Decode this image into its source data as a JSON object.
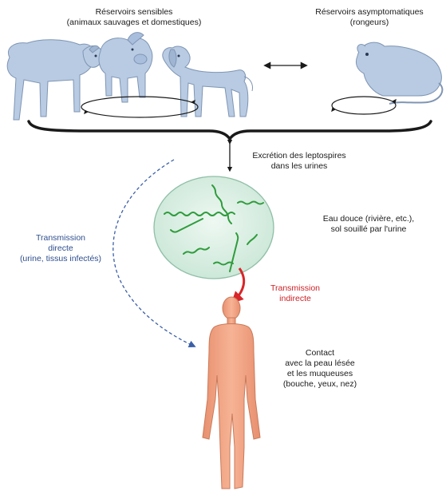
{
  "colors": {
    "animal_fill": "#b8cbe3",
    "animal_stroke": "#7f95b3",
    "human_fill": "#f2a586",
    "human_stroke": "#c97a5a",
    "water_fill": "#d8eee3",
    "water_stroke": "#8fbfa6",
    "bacteria": "#2f9c3c",
    "direct_arrow": "#3b5fa8",
    "indirect_arrow": "#d8262a",
    "text": "#1a1a1a",
    "direct_text": "#2e4f8e",
    "indirect_text": "#cc1f24"
  },
  "reservoirs": {
    "sensitive_title": "Réservoirs sensibles",
    "sensitive_subtitle": "(animaux sauvages et domestiques)",
    "asymptomatic_title": "Réservoirs asymptomatiques",
    "asymptomatic_subtitle": "(rongeurs)"
  },
  "excretion": {
    "line1": "Excrétion des leptospires",
    "line2": "dans les urines"
  },
  "environment": {
    "line1": "Eau douce (rivière, etc.),",
    "line2": "sol souillé par l'urine"
  },
  "direct_transmission": {
    "line1": "Transmission",
    "line2": "directe",
    "line3": "(urine, tissus infectés)"
  },
  "indirect_transmission": {
    "line1": "Transmission",
    "line2": "indirecte"
  },
  "contact": {
    "line1": "Contact",
    "line2": "avec la peau lésée",
    "line3": "et les muqueuses",
    "line4": "(bouche, yeux, nez)"
  },
  "icons": [
    "sheep-icon",
    "pig-icon",
    "dog-icon",
    "rat-icon",
    "water-drop-icon",
    "human-icon"
  ]
}
